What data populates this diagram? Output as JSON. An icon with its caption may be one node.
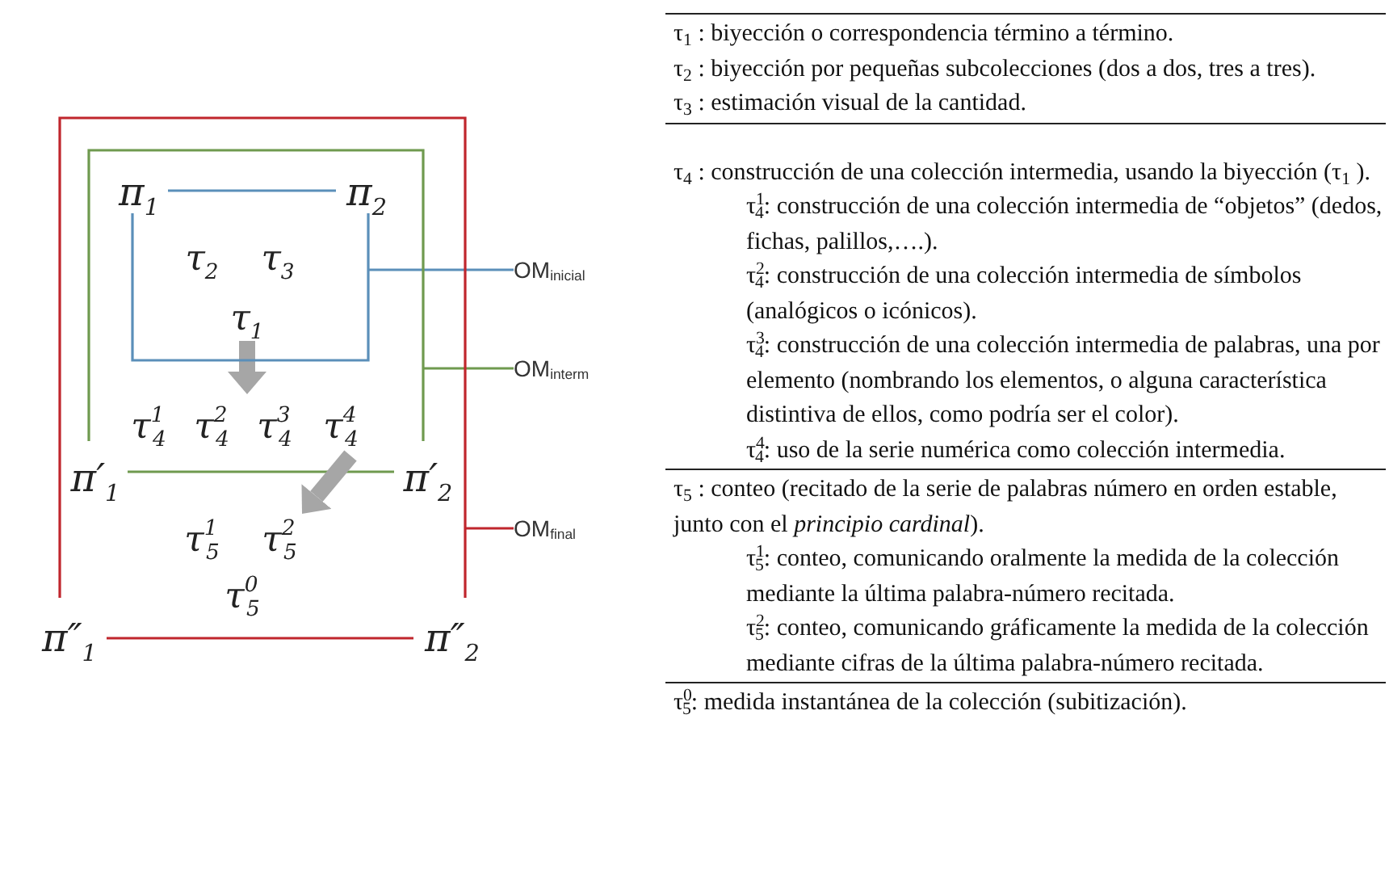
{
  "diagram": {
    "nodes": [
      {
        "text": [],
        "shape": "bracket"
      },
      {
        "text": [],
        "shape": "bracket",
        "in": 0
      },
      {
        "text": [
          "π$_{1}$"
        ],
        "in": 1
      },
      {
        "text": [
          "π$_{2}$"
        ],
        "in": 1
      },
      {
        "text": [],
        "shape": "bracket",
        "in": 1
      },
      {
        "text": [
          "τ$_{2}$"
        ],
        "in": 4
      },
      {
        "text": [
          "τ$_{3}$"
        ],
        "in": 4
      },
      {
        "text": [
          "τ$_{1}$"
        ],
        "in": 4
      },
      {
        "text": [
          "OM$_{inicial}$"
        ]
      },
      {
        "text": [
          "OM$_{interm}$"
        ]
      },
      {
        "text": [
          "τ$^{1}$$_{4}$"
        ],
        "in": 1
      },
      {
        "text": [
          "τ$^{2}$$_{4}$"
        ],
        "in": 1
      },
      {
        "text": [
          "τ$^{3}$$_{4}$"
        ],
        "in": 1
      },
      {
        "text": [
          "τ$^{4}$$_{4}$"
        ],
        "in": 1
      },
      {
        "text": [
          "π′$_{1}$"
        ],
        "in": 0
      },
      {
        "text": [
          "π′$_{2}$"
        ],
        "in": 0
      },
      {
        "text": [
          "OM$_{final}$"
        ]
      },
      {
        "text": [
          "τ$^{1}$$_{5}$"
        ],
        "in": 0
      },
      {
        "text": [
          "τ$^{2}$$_{5}$"
        ],
        "in": 0
      },
      {
        "text": [
          "τ$^{0}$$_{5}$"
        ],
        "in": 0
      },
      {
        "text": [
          "π″$_{1}$"
        ]
      },
      {
        "text": [
          "π″$_{2}$"
        ]
      }
    ],
    "edges": [
      {
        "from": 2,
        "to": 3,
        "arrow": "none",
        "color": "#5b8fb9"
      },
      {
        "from": 14,
        "to": 15,
        "arrow": "none",
        "color": "#6f9a4f"
      },
      {
        "from": 20,
        "to": 21,
        "arrow": "none",
        "color": "#c0262d"
      },
      {
        "from": 7,
        "to": 12,
        "arrow": "to",
        "style": "thick",
        "color": "#a6a6a6"
      },
      {
        "from": 13,
        "to": 18,
        "arrow": "to",
        "style": "thick",
        "color": "#a6a6a6"
      },
      {
        "from": 8,
        "to": 4,
        "arrow": "none",
        "color": "#5b8fb9"
      },
      {
        "from": 9,
        "to": 1,
        "arrow": "none",
        "color": "#6f9a4f"
      },
      {
        "from": 16,
        "to": 0,
        "arrow": "none",
        "color": "#c0262d"
      }
    ],
    "labels": [
      "τ$_{1}$ : biyección o correspondencia término a término.",
      "τ$_{2}$ : biyección por pequeñas subcolecciones (dos a dos, tres a tres).",
      "τ$_{3}$ : estimación visual de la cantidad.",
      "τ$_{4}$ : construcción de una colección intermedia, usando la biyección (τ$_{1}$ ).",
      "τ$^{1}$$_{4}$: construcción de una colección intermedia de “objetos” (dedos, fichas, palillos,….).",
      "τ$^{2}$$_{4}$: construcción de una colección intermedia de símbolos (analógicos o icónicos).",
      "τ$^{3}$$_{4}$: construcción de una colección intermedia de palabras, una por elemento (nombrando los elementos, o alguna característica distintiva de ellos, como podría ser el color).",
      "τ$^{4}$$_{4}$: uso de la serie numérica como colección intermedia.",
      "τ$_{5}$ : conteo (recitado de la serie de palabras número en orden estable, junto con el *principio cardinal*).",
      "τ$^{1}$$_{5}$: conteo, comunicando oralmente la medida de la colección mediante la última palabra-número recitada.",
      "τ$^{2}$$_{5}$: conteo, comunicando gráficamente la medida de la colección mediante cifras de la última palabra-número recitada.",
      "τ$^{0}$$_{5}$: medida instantánea de la colección (subitización)."
    ]
  }
}
